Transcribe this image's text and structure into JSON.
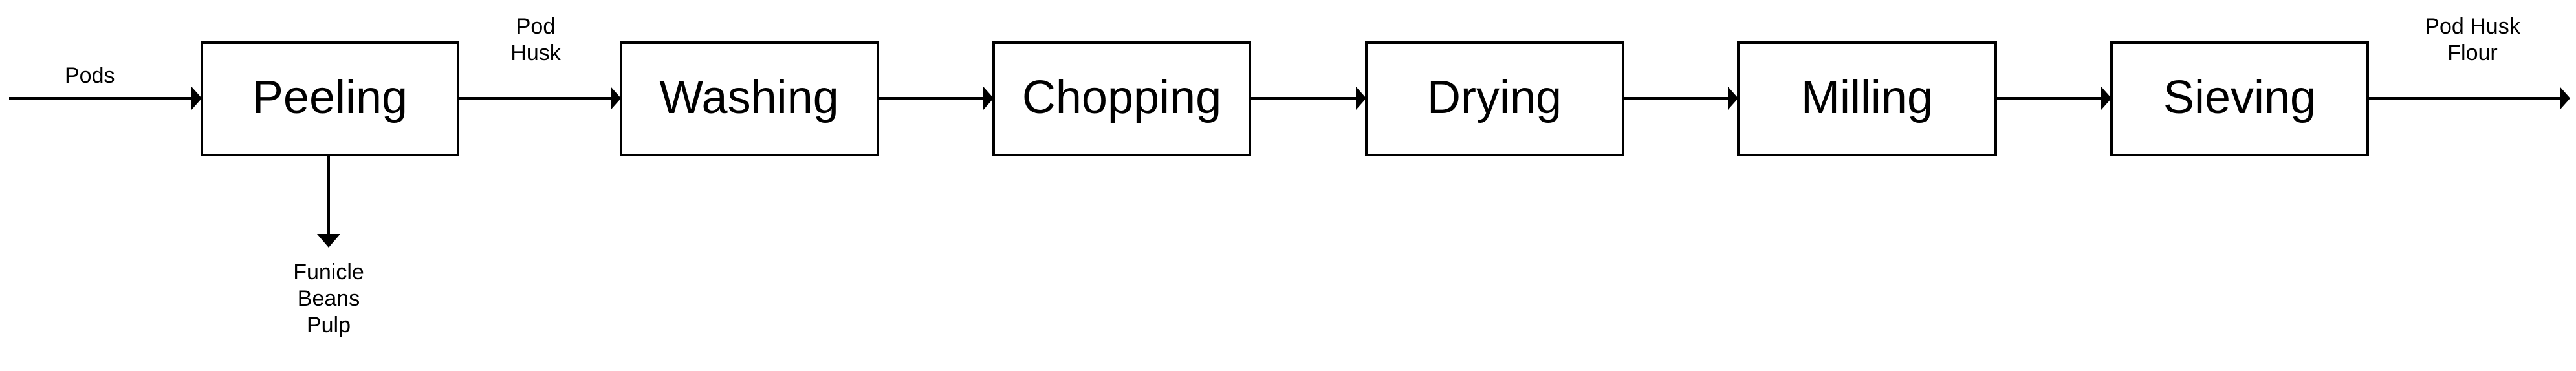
{
  "diagram": {
    "type": "process-flow",
    "title": "",
    "orientation": "left-to-right",
    "background_color": "#ffffff",
    "line_color": "#000000",
    "box_fill_color": "#ffffff",
    "box_stroke_color": "#000000"
  },
  "process_steps": [
    {
      "id": "peeling",
      "label": "Peeling"
    },
    {
      "id": "washing",
      "label": "Washing"
    },
    {
      "id": "chopping",
      "label": "Chopping"
    },
    {
      "id": "drying",
      "label": "Drying"
    },
    {
      "id": "milling",
      "label": "Milling"
    },
    {
      "id": "sieving",
      "label": "Sieving"
    }
  ],
  "flow_labels": {
    "input": "Pods",
    "peeling_to_washing_line1": "Pod",
    "peeling_to_washing_line2": "Husk",
    "byproduct_line1": "Funicle",
    "byproduct_line2": "Beans",
    "byproduct_line3": "Pulp",
    "output_line1": "Pod Husk",
    "output_line2": "Flour"
  }
}
